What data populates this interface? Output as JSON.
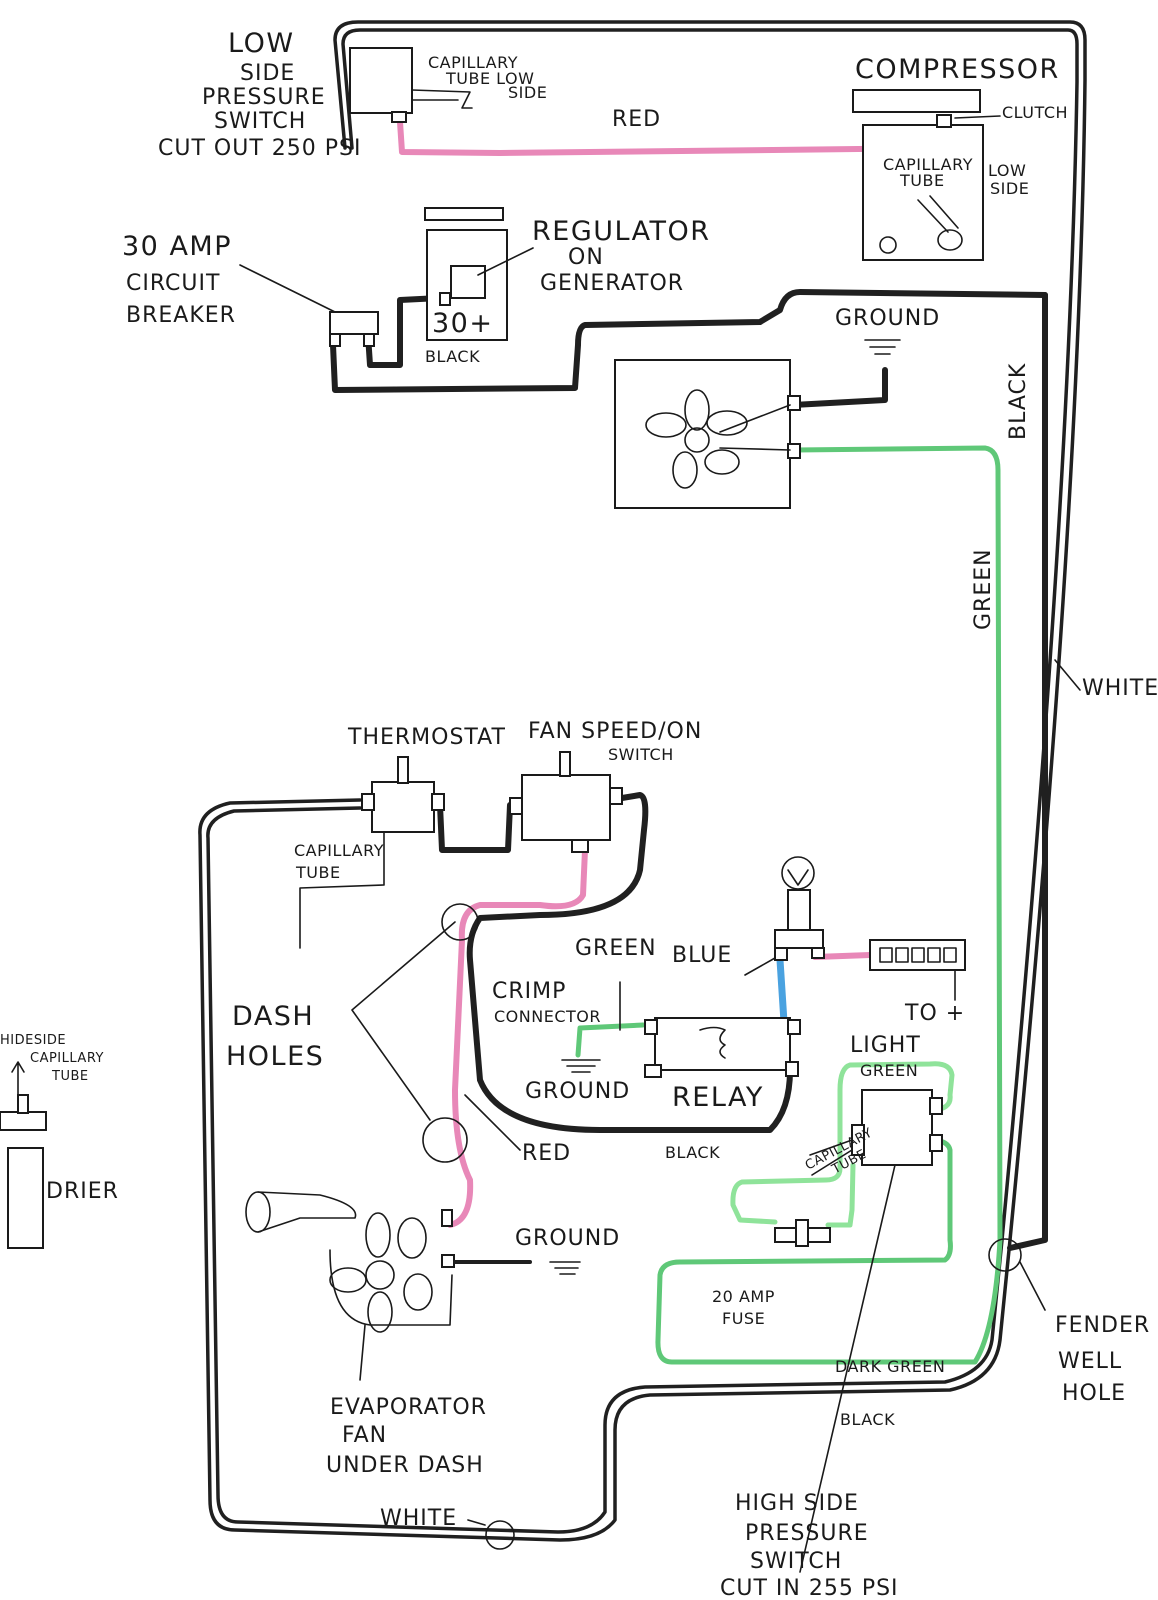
{
  "labels": {
    "low_side_switch": [
      "LOW",
      "SIDE",
      "PRESSURE",
      "SWITCH",
      "CUT OUT 250 PSI"
    ],
    "capillary_low_side_top": [
      "CAPILLARY",
      "TUBE LOW",
      "SIDE"
    ],
    "compressor": "COMPRESSOR",
    "clutch": "CLUTCH",
    "compressor_capillary": [
      "CAPILLARY",
      "TUBE"
    ],
    "compressor_low_side": [
      "LOW",
      "SIDE"
    ],
    "red_top": "RED",
    "circuit_breaker": [
      "30 AMP",
      "CIRCUIT",
      "BREAKER"
    ],
    "regulator": [
      "REGULATOR",
      "ON",
      "GENERATOR"
    ],
    "regulator_terminal": "30+",
    "black_breaker": "BLACK",
    "ground_fan": "GROUND",
    "black_right": "BLACK",
    "green_right": "GREEN",
    "white_right": "WHITE",
    "thermostat": "THERMOSTAT",
    "fan_speed_switch": [
      "FAN SPEED/ON",
      "SWITCH"
    ],
    "capillary_tube_thermo": [
      "CAPILLARY",
      "TUBE"
    ],
    "green_relay": "GREEN",
    "blue": "BLUE",
    "to_plus": "TO +",
    "crimp_connector": [
      "CRIMP",
      "CONNECTOR"
    ],
    "dash_holes": [
      "DASH",
      "HOLES"
    ],
    "ground_relay": "GROUND",
    "relay": "RELAY",
    "light_green": [
      "LIGHT",
      "GREEN"
    ],
    "capillary_tube_high": [
      "CAPILLARY",
      "TUBE"
    ],
    "red_lower": "RED",
    "black_relay": "BLACK",
    "ground_evap": "GROUND",
    "fuse": [
      "20 AMP",
      "FUSE"
    ],
    "dark_green": "DARK GREEN",
    "black_bottom": "BLACK",
    "fender_well_hole": [
      "FENDER",
      "WELL",
      "HOLE"
    ],
    "evaporator_fan": [
      "EVAPORATOR",
      "FAN",
      "UNDER DASH"
    ],
    "white_bottom": "WHITE",
    "high_side_switch": [
      "HIGH SIDE",
      "PRESSURE",
      "SWITCH",
      "CUT IN 255 PSI"
    ],
    "drier_capillary": [
      "HIDESIDE",
      "CAPILLARY",
      "TUBE"
    ],
    "drier": "DRIER"
  }
}
